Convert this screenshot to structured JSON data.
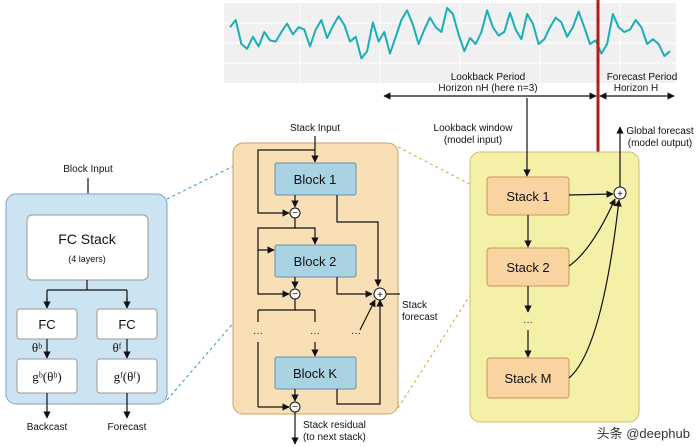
{
  "left_panel": {
    "input_label": "Block Input",
    "fc_stack_label": "FC Stack",
    "fc_stack_sub": "(4 layers)",
    "fc_left": "FC",
    "fc_right": "FC",
    "theta_b": "θᵇ",
    "theta_f": "θᶠ",
    "gb": "gᵇ(θᵇ)",
    "gf": "gᶠ(θᶠ)",
    "backcast": "Backcast",
    "forecast": "Forecast"
  },
  "middle_panel": {
    "stack_input": "Stack Input",
    "block1": "Block 1",
    "block2": "Block 2",
    "blockK": "Block K",
    "stack_forecast_1": "Stack",
    "stack_forecast_2": "forecast",
    "residual_1": "Stack residual",
    "residual_2": "(to next stack)",
    "dots": "···"
  },
  "right_panel": {
    "lookback_window_1": "Lookback window",
    "lookback_window_2": "(model input)",
    "global_forecast_1": "Global forecast",
    "global_forecast_2": "(model output)",
    "stack1": "Stack 1",
    "stack2": "Stack 2",
    "stackM": "Stack M",
    "dots": "···"
  },
  "timeline": {
    "lookback_1": "Lookback Period",
    "lookback_2": "Horizon nH (here n=3)",
    "forecast_1": "Forecast Period",
    "forecast_2": "Horizon H",
    "series": [
      44,
      50,
      30,
      26,
      36,
      28,
      40,
      33,
      32,
      40,
      47,
      38,
      44,
      42,
      28,
      42,
      50,
      35,
      45,
      53,
      46,
      32,
      36,
      18,
      24,
      48,
      32,
      40,
      22,
      36,
      50,
      58,
      46,
      30,
      42,
      52,
      44,
      40,
      60,
      55,
      38,
      24,
      35,
      30,
      40,
      58,
      44,
      37,
      40,
      56,
      42,
      34,
      55,
      47,
      30,
      34,
      44,
      52,
      48,
      36,
      44,
      57,
      44,
      30,
      33,
      22,
      30,
      55,
      44,
      40,
      42,
      50,
      44,
      30,
      34,
      30,
      20,
      24
    ]
  },
  "colors": {
    "light_blue": "#cce3f1",
    "block_blue": "#a9d2e2",
    "light_orange": "#f9dfb6",
    "orange_block": "#f9d4a0",
    "light_yellow": "#f4f0a8",
    "series_line": "#1aaeb8",
    "forecast_divider": "#b41b1b"
  },
  "watermark": "头条 @deephub"
}
